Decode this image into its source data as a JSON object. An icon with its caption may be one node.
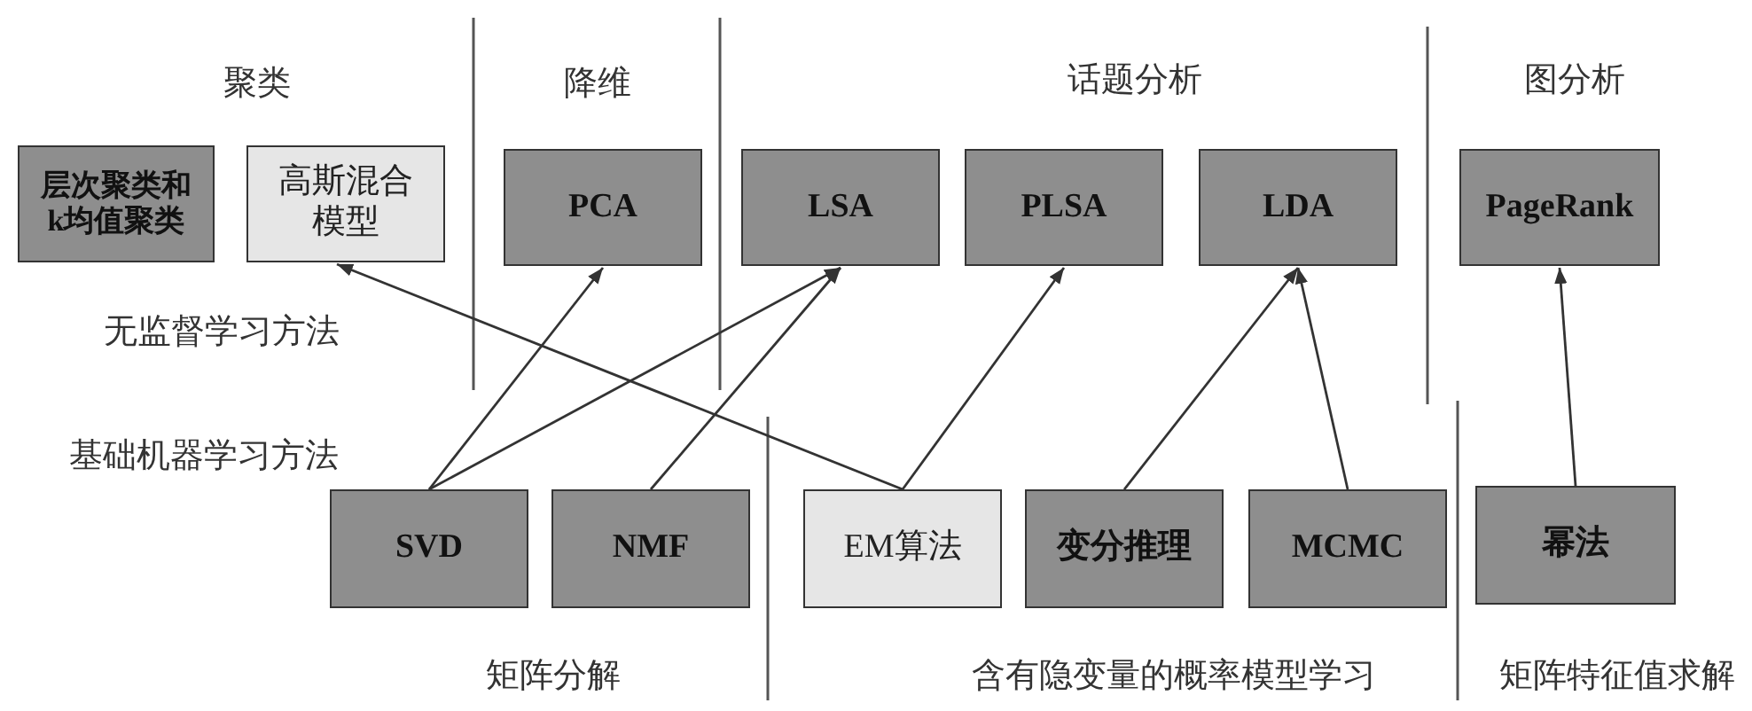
{
  "diagram": {
    "nodes": [
      {
        "text": [
          "层次聚类和k均值聚类"
        ]
      },
      {
        "text": [
          "高斯混合模型"
        ]
      },
      {
        "text": [
          "PCA"
        ]
      },
      {
        "text": [
          "LSA"
        ]
      },
      {
        "text": [
          "PLSA"
        ]
      },
      {
        "text": [
          "LDA"
        ]
      },
      {
        "text": [
          "PageRank"
        ]
      },
      {
        "text": [
          "SVD"
        ]
      },
      {
        "text": [
          "NMF"
        ]
      },
      {
        "text": [
          "EM算法"
        ]
      },
      {
        "text": [
          "变分推理"
        ]
      },
      {
        "text": [
          "MCMC"
        ]
      },
      {
        "text": [
          "幂法"
        ]
      }
    ],
    "edges": [
      {
        "from": 7,
        "to": 2,
        "arrow": "to"
      },
      {
        "from": 7,
        "to": 3,
        "arrow": "to"
      },
      {
        "from": 8,
        "to": 3,
        "arrow": "to"
      },
      {
        "from": 9,
        "to": 1,
        "arrow": "to"
      },
      {
        "from": 9,
        "to": 4,
        "arrow": "to"
      },
      {
        "from": 10,
        "to": 5,
        "arrow": "to"
      },
      {
        "from": 11,
        "to": 5,
        "arrow": "to"
      },
      {
        "from": 12,
        "to": 6,
        "arrow": "to"
      }
    ],
    "labels": [
      "聚类",
      "降维",
      "话题分析",
      "图分析",
      "无监督学习方法",
      "基础机器学习方法",
      "矩阵分解",
      "含有隐变量的概率模型学习",
      "矩阵特征值求解"
    ]
  }
}
